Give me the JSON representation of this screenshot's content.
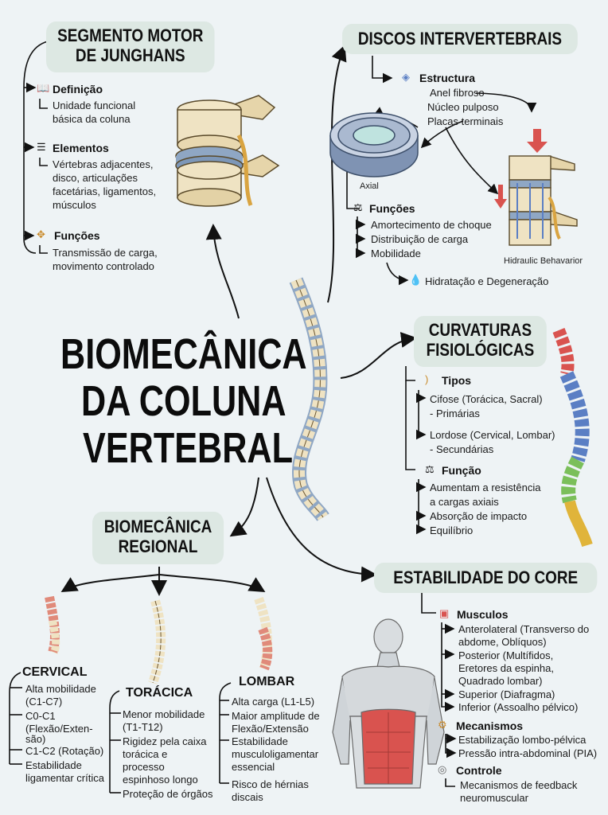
{
  "title": {
    "l1": "BIOMECÂNICA",
    "l2": "DA COLUNA",
    "l3": "VERTEBRAL"
  },
  "segmento": {
    "title1": "SEGMENTO MOTOR",
    "title2": "DE JUNGHANS",
    "def_h": "Definição",
    "def_1": "Unidade funcional",
    "def_2": "básica da coluna",
    "el_h": "Elementos",
    "el_1": "Vértebras adjacentes,",
    "el_2": "disco, articulações",
    "el_3": "facetárias, ligamentos,",
    "el_4": "músculos",
    "fn_h": "Funções",
    "fn_1": "Transmissão de carga,",
    "fn_2": "movimento controlado"
  },
  "discos": {
    "title": "DISCOS INTERVERTEBRAIS",
    "est_h": "Estructura",
    "est_1": "Anel fibroso",
    "est_2": "Núcleo pulposo",
    "est_3": "Placas terminais",
    "axial": "Axial",
    "hidraulic": "Hidraulic Behavarior",
    "fn_h": "Funções",
    "fn_1": "Amortecimento de choque",
    "fn_2": "Distribuição de carga",
    "fn_3": "Mobilidade",
    "hid": "Hidratação e Degeneração"
  },
  "curvaturas": {
    "title1": "CURVATURAS",
    "title2": "FISIOLÓGICAS",
    "tipos_h": "Tipos",
    "t1a": "Cifose (Torácica, Sacral)",
    "t1b": "- Primárias",
    "t2a": "Lordose (Cervical, Lombar)",
    "t2b": "- Secundárias",
    "fn_h": "Função",
    "f1a": "Aumentam a resistência",
    "f1b": "a cargas axiais",
    "f2": "Absorção de impacto",
    "f3": "Equilíbrio"
  },
  "regional": {
    "title1": "BIOMECÂNICA",
    "title2": "REGIONAL",
    "cervical": {
      "h": "CERVICAL",
      "a": "Alta mobilidade",
      "b": "(C1-C7)",
      "c": "C0-C1",
      "d": "(Flexão/Exten-",
      "e": "são)",
      "f": "C1-C2 (Rotação)",
      "g": "Estabilidade",
      "h2": "ligamentar crítica"
    },
    "toracica": {
      "h": "TORÁCICA",
      "a": "Menor mobilidade",
      "b": "(T1-T12)",
      "c": "Rigidez pela caixa",
      "d": "torácica e",
      "e": "processo",
      "f": "espinhoso longo",
      "g": "Proteção de órgãos"
    },
    "lombar": {
      "h": "LOMBAR",
      "a": "Alta carga (L1-L5)",
      "b": "Maior amplitude de",
      "c": "Flexão/Extensão",
      "d": "Estabilidade",
      "e": "musculoligamentar",
      "f": "essencial",
      "g": "Risco de hérnias",
      "h2": "discais"
    }
  },
  "core": {
    "title": "ESTABILIDADE DO CORE",
    "mus_h": "Musculos",
    "m1a": "Anterolateral (Transverso do",
    "m1b": "abdome, Oblíquos)",
    "m2a": "Posterior (Multífidos,",
    "m2b": "Eretores da espinha,",
    "m2c": "Quadrado lombar)",
    "m3": "Superior (Diafragma)",
    "m4": "Inferior (Assoalho pélvico)",
    "mec_h": "Mecanismos",
    "mec1": "Estabilização lombo-pélvica",
    "mec2": "Pressão intra-abdominal (PIA)",
    "ctl_h": "Controle",
    "ctl1": "Mecanismos de feedback",
    "ctl2": "neuromuscular"
  },
  "colors": {
    "pill": "#dde8e3",
    "bone": "#efe3c3",
    "disc": "#8fa7c4",
    "red": "#d9534f",
    "cervical": "#d9534f",
    "thoracic": "#5b7fc4",
    "lumbar": "#7bbf5a",
    "sacral": "#e0b43a"
  }
}
